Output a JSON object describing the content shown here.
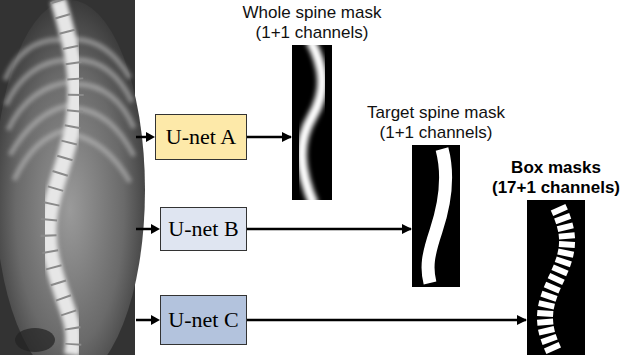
{
  "diagram": {
    "nodes": [
      {
        "text": [
          "U-net A"
        ]
      },
      {
        "text": [
          "Whole spine mask",
          "(1+1 channels)"
        ]
      },
      {
        "text": [
          "U-net B"
        ]
      },
      {
        "text": [
          "Target spine mask",
          "(1+1 channels)"
        ]
      },
      {
        "text": [
          "U-net C"
        ]
      },
      {
        "text": [
          "Box masks",
          "(17+1 channels)"
        ]
      }
    ],
    "edges": [
      {
        "from": 0,
        "to": 1,
        "arrow": "to"
      },
      {
        "from": 2,
        "to": 3,
        "arrow": "to"
      },
      {
        "from": 4,
        "to": 5,
        "arrow": "to"
      }
    ]
  }
}
